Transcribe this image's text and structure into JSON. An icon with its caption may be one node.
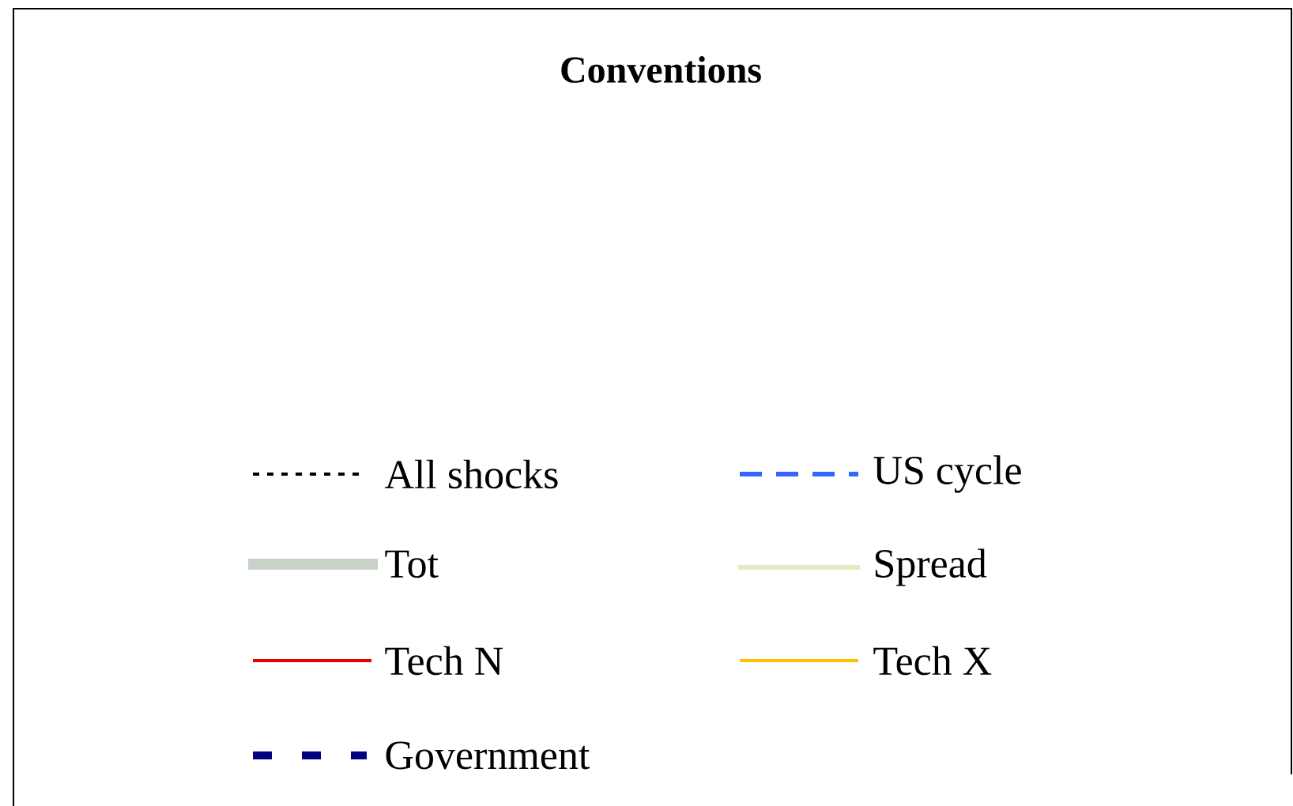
{
  "diagram": {
    "title": "Conventions",
    "legend": [
      {
        "text": "All shocks"
      },
      {
        "text": "US cycle"
      },
      {
        "text": "Tot"
      },
      {
        "text": "Spread"
      },
      {
        "text": "Tech N"
      },
      {
        "text": "Tech X"
      },
      {
        "text": "Government"
      }
    ]
  }
}
